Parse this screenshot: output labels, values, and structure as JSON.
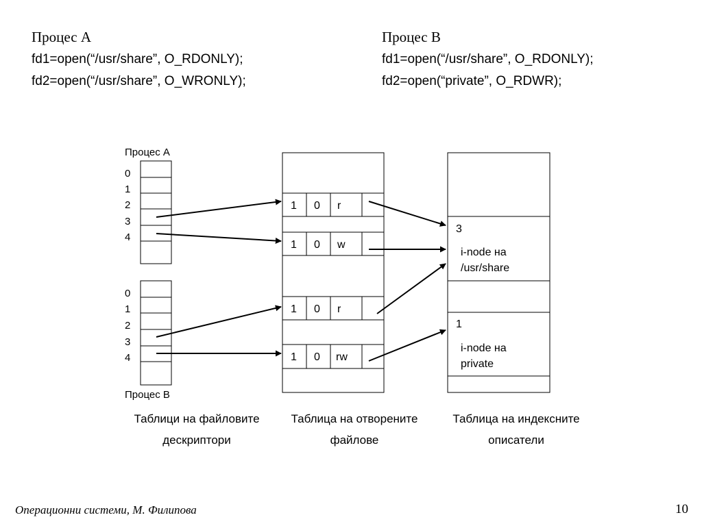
{
  "header": {
    "left": {
      "title": "Процес A",
      "line1": "fd1=open(“/usr/share”, O_RDONLY);",
      "line2": "fd2=open(“/usr/share”, O_WRONLY);"
    },
    "right": {
      "title": "Процес B",
      "line1": "fd1=open(“/usr/share”, O_RDONLY);",
      "line2": "fd2=open(“private”, O_RDWR);"
    }
  },
  "diagram": {
    "process_a_label": "Процес A",
    "process_b_label": "Процес B",
    "fd_indices": [
      "0",
      "1",
      "2",
      "3",
      "4"
    ],
    "open_file_entries": [
      {
        "refcount": "1",
        "offset": "0",
        "mode": "r"
      },
      {
        "refcount": "1",
        "offset": "0",
        "mode": "w"
      },
      {
        "refcount": "1",
        "offset": "0",
        "mode": "r"
      },
      {
        "refcount": "1",
        "offset": "0",
        "mode": "rw"
      }
    ],
    "inodes": [
      {
        "count": "3",
        "line1": "i-node на",
        "line2": "/usr/share"
      },
      {
        "count": "1",
        "line1": "i-node  на",
        "line2": "private"
      }
    ],
    "captions": {
      "fd_table_line1": "Таблици на файловите",
      "fd_table_line2": "дескриптори",
      "open_table_line1": "Таблица на отворените",
      "open_table_line2": "файлове",
      "inode_table_line1": "Таблица на индексните",
      "inode_table_line2": "описатели"
    }
  },
  "footer": {
    "author": "Операционни системи, М. Филипова",
    "page": "10"
  }
}
